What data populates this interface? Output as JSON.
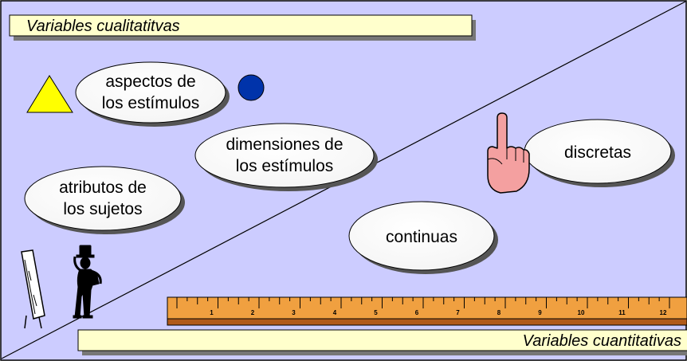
{
  "banners": {
    "qualitative": "Variables cualitatitvas",
    "quantitative": "Variables cuantitativas"
  },
  "ovals": {
    "aspects": [
      "aspectos de",
      "los estímulos"
    ],
    "dimensions": [
      "dimensiones de",
      "los estímulos"
    ],
    "attributes": [
      "atributos de",
      "los sujetos"
    ],
    "discrete": [
      "discretas"
    ],
    "continuous": [
      "continuas"
    ]
  },
  "ruler": {
    "numbers": [
      "1",
      "2",
      "3",
      "4",
      "5",
      "6",
      "7",
      "8",
      "9",
      "10",
      "11",
      "12"
    ]
  },
  "icons": [
    "triangle-icon",
    "circle-icon",
    "pointing-hand-icon",
    "mirror-icon",
    "person-silhouette-icon",
    "ruler-icon"
  ],
  "colors": {
    "background": "#ccccff",
    "banner": "#ffffcc",
    "triangle": "#ffff00",
    "circle": "#0033aa",
    "ruler": "#f0a040",
    "hand": "#f4a0a0"
  }
}
